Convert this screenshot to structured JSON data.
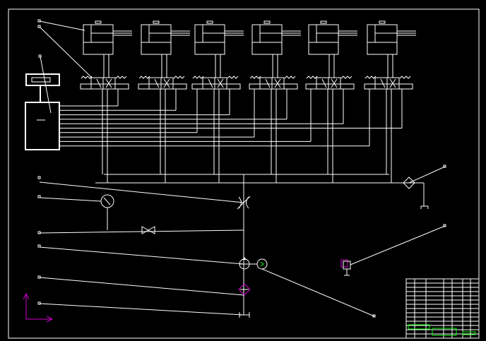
{
  "drawing": {
    "sheet_bg": "#000000",
    "line_color": "#ffffff",
    "accent_magenta": "#d000d0",
    "accent_green": "#00ff00"
  },
  "components": {
    "cylinders": [
      "cylinder-1",
      "cylinder-2",
      "cylinder-3",
      "cylinder-4",
      "cylinder-5",
      "cylinder-6"
    ],
    "valves": [
      "valve-1",
      "valve-2",
      "valve-3",
      "valve-4",
      "valve-5",
      "valve-6"
    ],
    "controller": "controller-box",
    "symbols": [
      "pressure-gauge",
      "throttle-valve",
      "check-valve",
      "pressure-switch",
      "filter",
      "pump",
      "reservoir"
    ]
  },
  "title_block": {
    "rows": 14,
    "cols": 6
  }
}
